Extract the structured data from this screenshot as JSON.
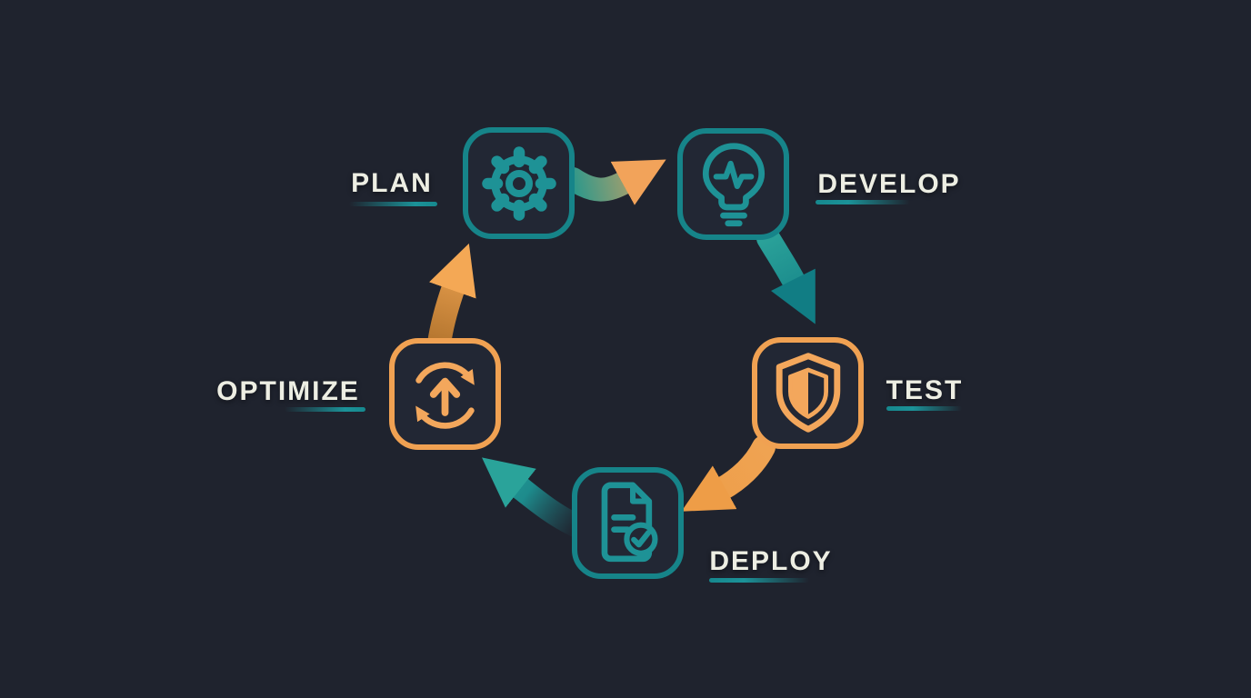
{
  "diagram": {
    "kind": "circular-process-cycle",
    "background": "#1f232e",
    "palette": {
      "teal": "#168489",
      "teal_icon": "#1e9296",
      "orange": "#f0a152",
      "label_text": "#edeee3",
      "underline_teal": "#16888e",
      "node_fill": "#222734"
    },
    "nodes": [
      {
        "label": "PLAN",
        "icon": "gear-icon",
        "accent": "teal"
      },
      {
        "label": "DEVELOP",
        "icon": "lightbulb-pulse-icon",
        "accent": "teal"
      },
      {
        "label": "TEST",
        "icon": "shield-icon",
        "accent": "orange"
      },
      {
        "label": "DEPLOY",
        "icon": "document-check-icon",
        "accent": "teal"
      },
      {
        "label": "OPTIMIZE",
        "icon": "sync-up-arrow-icon",
        "accent": "orange"
      }
    ],
    "arrows": [
      {
        "from": "PLAN",
        "to": "DEVELOP",
        "style": "teal-to-orange gradient"
      },
      {
        "from": "DEVELOP",
        "to": "TEST",
        "style": "teal gradient"
      },
      {
        "from": "TEST",
        "to": "DEPLOY",
        "style": "orange"
      },
      {
        "from": "DEPLOY",
        "to": "OPTIMIZE",
        "style": "teal gradient, fading tail"
      },
      {
        "from": "OPTIMIZE",
        "to": "PLAN",
        "style": "orange gradient"
      }
    ]
  }
}
